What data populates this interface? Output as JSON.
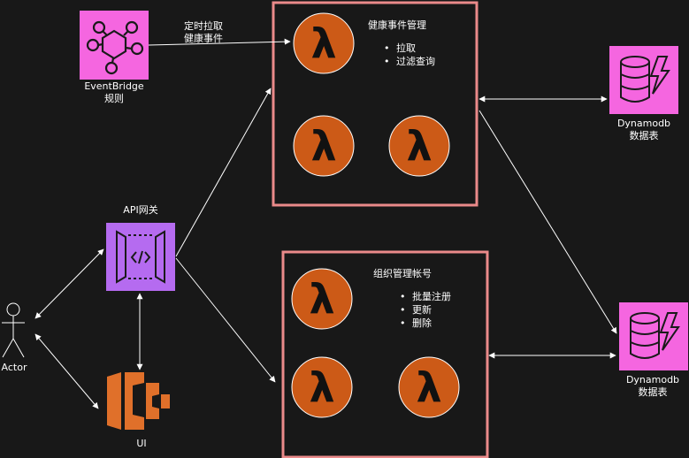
{
  "nodes": {
    "eventbridge": {
      "label_line1": "EventBridge",
      "label_line2": "规则",
      "color": "#f566e0"
    },
    "api_gateway": {
      "label": "API网关",
      "color": "#b56bf0"
    },
    "actor": {
      "label": "Actor"
    },
    "ui": {
      "label": "UI",
      "color": "#e0702a"
    },
    "dynamodb_top": {
      "label_line1": "Dynamodb",
      "label_line2": "数据表",
      "color": "#f566e0"
    },
    "dynamodb_bottom": {
      "label_line1": "Dynamodb",
      "label_line2": "数据表",
      "color": "#f566e0"
    }
  },
  "edges": {
    "schedule_label_line1": "定时拉取",
    "schedule_label_line2": "健康事件"
  },
  "groups": {
    "health": {
      "title": "健康事件管理",
      "items": [
        "拉取",
        "过滤查询"
      ],
      "border_color": "#ea8a8a"
    },
    "org": {
      "title": "组织管理帐号",
      "items": [
        "批量注册",
        "更新",
        "删除"
      ],
      "border_color": "#ea8a8a"
    }
  },
  "lambda": {
    "symbol": "λ",
    "color": "#cc5a17"
  }
}
